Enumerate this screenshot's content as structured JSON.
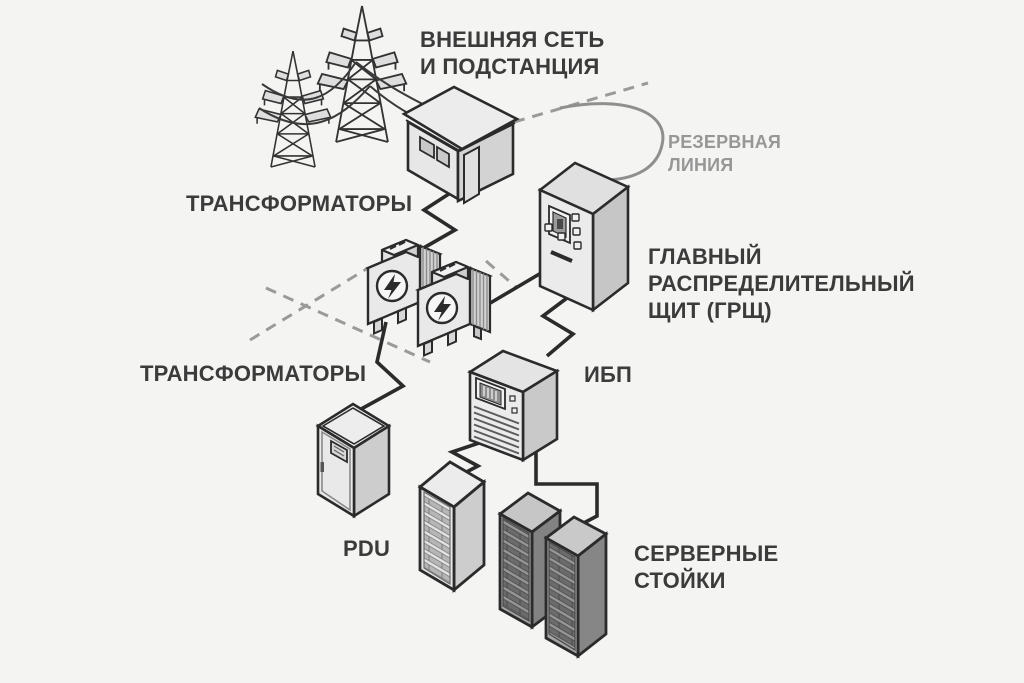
{
  "scene": {
    "labels": {
      "external_grid": "ВНЕШНЯЯ СЕТЬ\nИ ПОДСТАНЦИЯ",
      "reserve_line": "РЕЗЕРВНАЯ\nЛИНИЯ",
      "transformers_top": "ТРАНСФОРМАТОРЫ",
      "main_switchboard": "ГЛАВНЫЙ\nРАСПРЕДЕЛИТЕЛЬНЫЙ\nЩИТ (ГРЩ)",
      "transformers_bottom": "ТРАНСФОРМАТОРЫ",
      "ups": "ИБП",
      "pdu": "PDU",
      "server_racks": "СЕРВЕРНЫЕ\nСТОЙКИ"
    },
    "colors": {
      "background": "#f4f4f2",
      "label_dark": "#3b3b3b",
      "label_gray": "#979797",
      "line_dark": "#2b2b2b",
      "line_gray": "#9a9a9a"
    }
  }
}
